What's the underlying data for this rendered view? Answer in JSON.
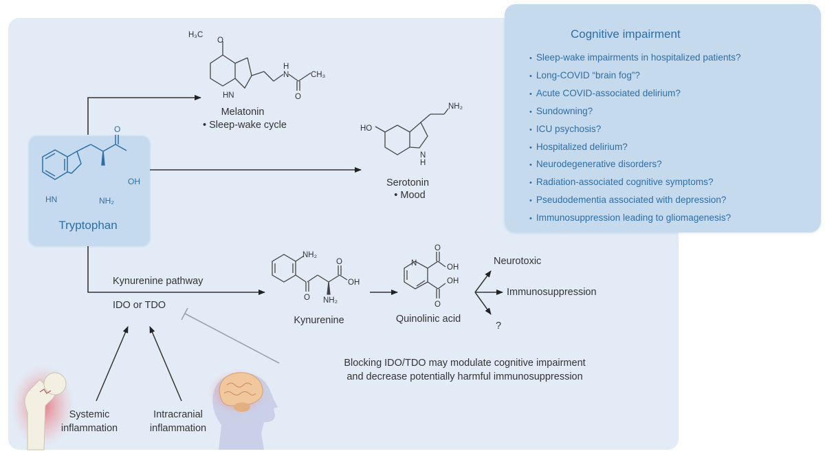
{
  "figure": {
    "cognitive_panel": {
      "title": "Cognitive impairment",
      "items": [
        "Sleep-wake impairments in hospitalized patients?",
        "Long-COVID “brain fog”?",
        "Acute COVID-associated delirium?",
        "Sundowning?",
        "ICU psychosis?",
        "Hospitalized delirium?",
        "Neurodegenerative disorders?",
        "Radiation-associated cognitive symptoms?",
        "Pseudodementia associated with depression?",
        "Immunosuppression leading to gliomagenesis?"
      ]
    },
    "tryptophan": {
      "name": "Tryptophan",
      "oh": "OH",
      "o": "O",
      "hn": "HN",
      "nh2": "NH₂"
    },
    "melatonin": {
      "name": "Melatonin",
      "role": "• Sleep-wake cycle",
      "h3c": "H₃C",
      "o": "O",
      "hn": "HN",
      "nh": "N",
      "h": "H",
      "ch3": "CH₃",
      "o2": "O"
    },
    "serotonin": {
      "name": "Serotonin",
      "role": "• Mood",
      "ho": "HO",
      "nh2": "NH₂",
      "n": "N",
      "h": "H"
    },
    "kynurenine_pathway": {
      "pathway_label": "Kynurenine pathway",
      "enzyme_label": "IDO or TDO",
      "kynurenine": {
        "name": "Kynurenine",
        "nh2_top": "NH₂",
        "o": "O",
        "oh": "OH",
        "o_keto": "O",
        "nh2": "NH₂"
      },
      "quinolinic_acid": {
        "name": "Quinolinic acid",
        "n": "N",
        "o1": "O",
        "oh1": "OH",
        "oh2": "OH",
        "o2": "O"
      },
      "outcomes": [
        "Neurotoxic",
        "Immunosuppression",
        "?"
      ]
    },
    "inflammation": {
      "systemic": [
        "Systemic",
        "inflammation"
      ],
      "intracranial": [
        "Intracranial",
        "inflammation"
      ],
      "systemic_icon": "femur-fracture-icon",
      "intracranial_icon": "brain-head-icon"
    },
    "blocking_note": [
      "Blocking IDO/TDO may modulate cognitive impairment",
      "and decrease potentially harmful immunosuppression"
    ],
    "colors": {
      "panel_bg": "#e2ebf6",
      "cog_panel_bg": "#c6daee",
      "accent_blue": "#2c6ea6",
      "ink": "#333333",
      "inhibit_line": "#9aa3ad",
      "inflammation_red": "#e6505a"
    }
  }
}
